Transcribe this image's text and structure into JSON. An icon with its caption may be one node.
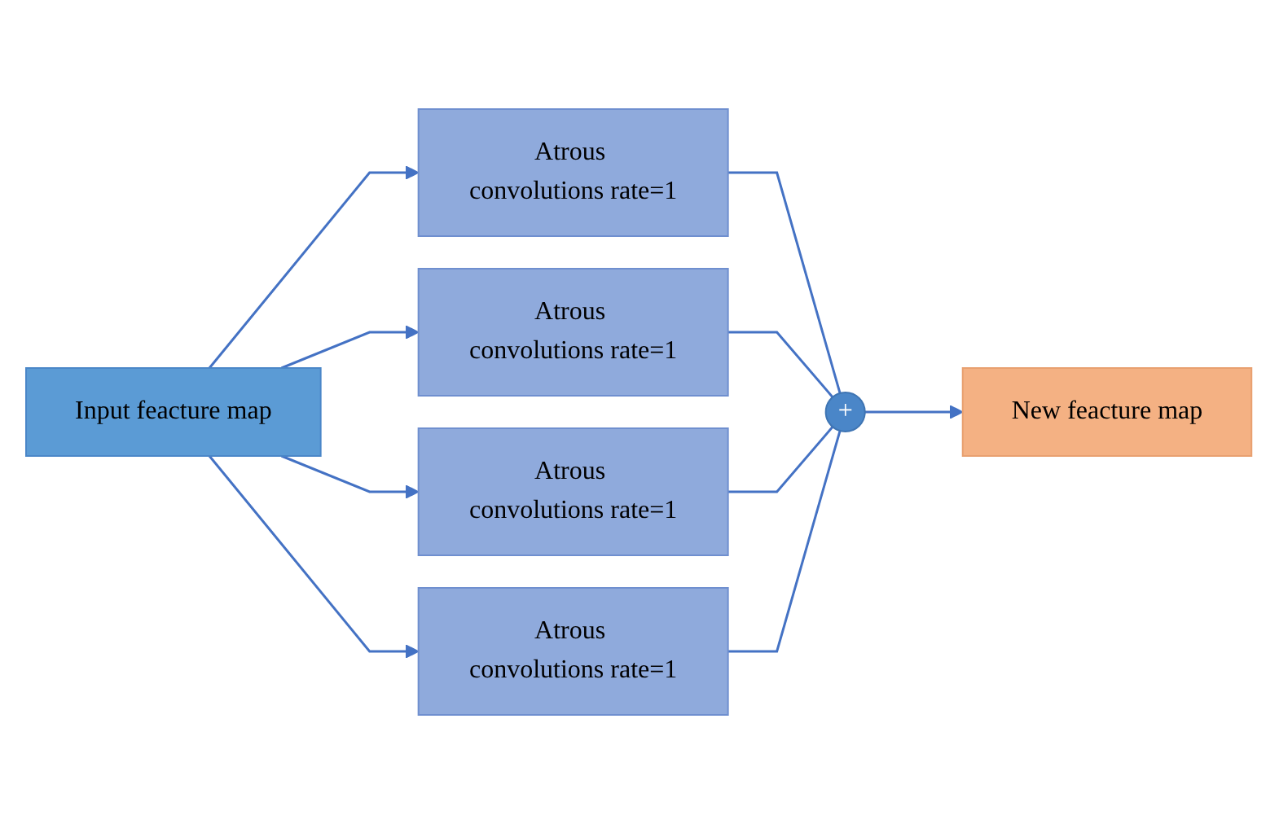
{
  "diagram": {
    "nodes": [
      {
        "text": [
          "Input feacture map"
        ]
      },
      {
        "text": [
          "Atrous convolutions rate=1"
        ]
      },
      {
        "text": [
          "Atrous convolutions rate=1"
        ]
      },
      {
        "text": [
          "Atrous convolutions rate=1"
        ]
      },
      {
        "text": [
          "Atrous convolutions rate=1"
        ]
      },
      {
        "text": [
          "+"
        ]
      },
      {
        "text": [
          "New feacture map"
        ]
      }
    ],
    "edges": [
      {
        "from": 0,
        "to": 1,
        "arrow": "to"
      },
      {
        "from": 0,
        "to": 2,
        "arrow": "to"
      },
      {
        "from": 0,
        "to": 3,
        "arrow": "to"
      },
      {
        "from": 0,
        "to": 4,
        "arrow": "to"
      },
      {
        "from": 1,
        "to": 5,
        "arrow": "none"
      },
      {
        "from": 2,
        "to": 5,
        "arrow": "none"
      },
      {
        "from": 3,
        "to": 5,
        "arrow": "none"
      },
      {
        "from": 4,
        "to": 5,
        "arrow": "none"
      },
      {
        "from": 5,
        "to": 6,
        "arrow": "to"
      }
    ]
  }
}
